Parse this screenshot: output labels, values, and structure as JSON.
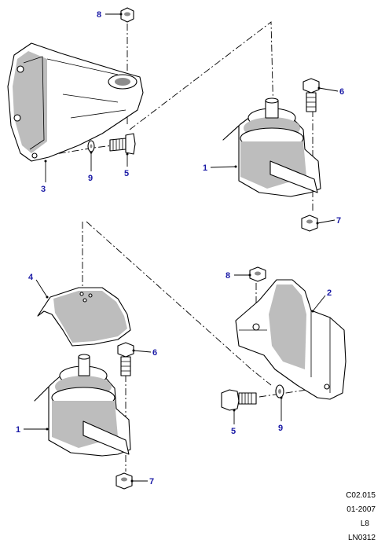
{
  "callouts": {
    "top_left_nut": "8",
    "top_left_bracket": "3",
    "top_left_washer": "9",
    "top_left_bolt": "5",
    "top_right_mount": "1",
    "top_right_bolt": "6",
    "top_right_nut": "7",
    "bottom_left_shield": "4",
    "bottom_left_bolt": "6",
    "bottom_left_mount": "1",
    "bottom_left_nut": "7",
    "bottom_right_nut": "8",
    "bottom_right_bracket": "2",
    "bottom_right_bolt": "5",
    "bottom_right_washer": "9"
  },
  "meta": {
    "ref": "C02.015",
    "date": "01-2007",
    "code": "L8",
    "sheet": "LN0312"
  }
}
